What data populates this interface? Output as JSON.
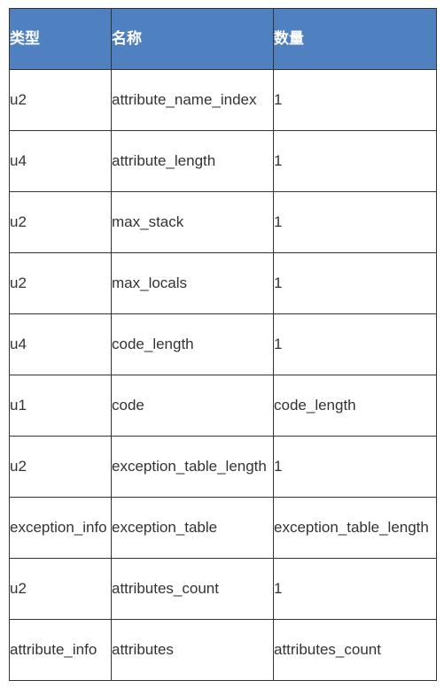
{
  "table": {
    "headers": [
      "类型",
      "名称",
      "数量"
    ],
    "rows": [
      [
        "u2",
        "attribute_name_index",
        "1"
      ],
      [
        "u4",
        "attribute_length",
        "1"
      ],
      [
        "u2",
        "max_stack",
        "1"
      ],
      [
        "u2",
        "max_locals",
        "1"
      ],
      [
        "u4",
        "code_length",
        "1"
      ],
      [
        "u1",
        "code",
        "code_length"
      ],
      [
        "u2",
        "exception_table_length",
        "1"
      ],
      [
        "exception_info",
        "exception_table",
        "exception_table_length"
      ],
      [
        "u2",
        "attributes_count",
        "1"
      ],
      [
        "attribute_info",
        "attributes",
        "attributes_count"
      ]
    ]
  },
  "colors": {
    "header_background": "#4f81c0",
    "header_text": "#ffffff",
    "body_text": "#333333",
    "border": "#333333"
  }
}
